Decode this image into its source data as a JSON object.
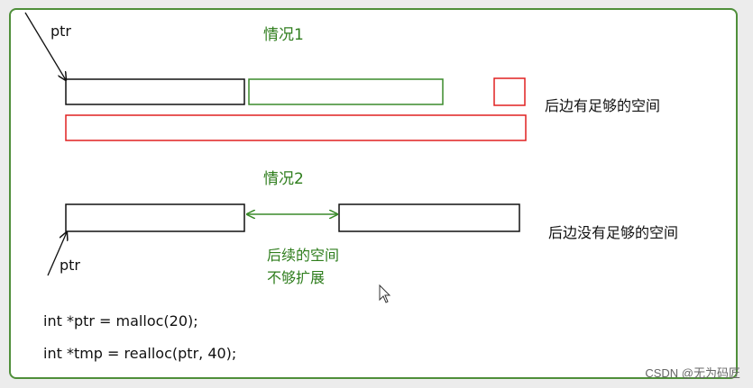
{
  "case1": {
    "title": "情况1",
    "pointer_label": "ptr",
    "note": "后边有足够的空间"
  },
  "case2": {
    "title": "情况2",
    "pointer_label": "ptr",
    "note": "后边没有足够的空间",
    "gap_note_line1": "后续的空间",
    "gap_note_line2": "不够扩展"
  },
  "code": {
    "line1": "int *ptr = malloc(20);",
    "line2": "int *tmp = realloc(ptr, 40);"
  },
  "watermark": "CSDN @无为码匠",
  "colors": {
    "frame": "#4f8f3a",
    "label_green": "#2e7d1c",
    "box_red": "#e02020",
    "box_green": "#3a8a2a",
    "box_black": "#111111"
  }
}
